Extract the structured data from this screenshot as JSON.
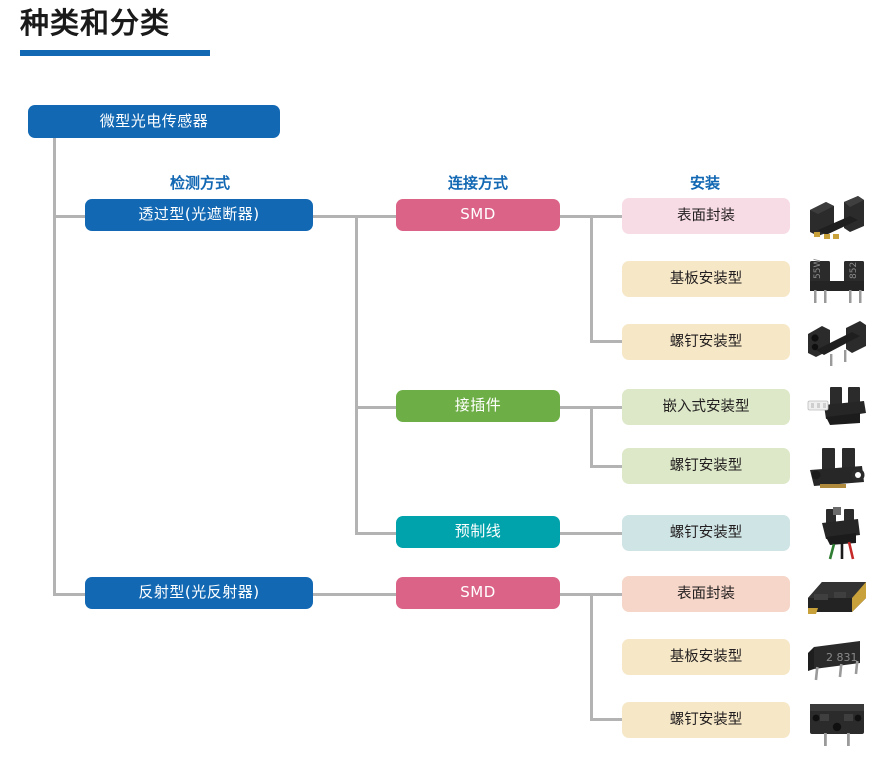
{
  "page": {
    "title": "种类和分类",
    "accent_color": "#1268B3",
    "line_color": "#b3b3b3",
    "background": "#ffffff"
  },
  "columns": [
    {
      "id": "detection",
      "label": "检测方式"
    },
    {
      "id": "connection",
      "label": "连接方式"
    },
    {
      "id": "mounting",
      "label": "安装"
    }
  ],
  "root": {
    "label": "微型光电传感器",
    "color": "#1268B3",
    "text_color": "#ffffff"
  },
  "nodes": {
    "detection": [
      {
        "id": "transmissive",
        "label": "透过型(光遮断器)",
        "color": "#1268B3"
      },
      {
        "id": "reflective",
        "label": "反射型(光反射器)",
        "color": "#1268B3"
      }
    ],
    "connection": [
      {
        "id": "smd-top",
        "label": "SMD",
        "color": "#DB6387"
      },
      {
        "id": "connector",
        "label": "接插件",
        "color": "#6DAF46"
      },
      {
        "id": "preleaded",
        "label": "预制线",
        "color": "#00A3AB"
      },
      {
        "id": "smd-bottom",
        "label": "SMD",
        "color": "#DB6387"
      }
    ],
    "mounting": [
      {
        "id": "m1",
        "label": "表面封装",
        "color": "#F7DCE6"
      },
      {
        "id": "m2",
        "label": "基板安装型",
        "color": "#F6E7C6"
      },
      {
        "id": "m3",
        "label": "螺钉安装型",
        "color": "#F6E7C6"
      },
      {
        "id": "m4",
        "label": "嵌入式安装型",
        "color": "#DCE8C7"
      },
      {
        "id": "m5",
        "label": "螺钉安装型",
        "color": "#DCE8C7"
      },
      {
        "id": "m6",
        "label": "螺钉安装型",
        "color": "#CFE4E5"
      },
      {
        "id": "m7",
        "label": "表面封装",
        "color": "#F5D6C8"
      },
      {
        "id": "m8",
        "label": "基板安装型",
        "color": "#F6E7C6"
      },
      {
        "id": "m9",
        "label": "螺钉安装型",
        "color": "#F6E7C6"
      }
    ]
  },
  "photos": [
    {
      "id": "p1",
      "name": "slot-sensor-smd-photo"
    },
    {
      "id": "p2",
      "name": "slot-sensor-pcb-photo"
    },
    {
      "id": "p3",
      "name": "slot-sensor-screw-photo"
    },
    {
      "id": "p4",
      "name": "slot-sensor-connector-photo"
    },
    {
      "id": "p5",
      "name": "slot-sensor-connector-screw-photo"
    },
    {
      "id": "p6",
      "name": "slot-sensor-cable-photo"
    },
    {
      "id": "p7",
      "name": "reflective-sensor-smd-photo"
    },
    {
      "id": "p8",
      "name": "reflective-sensor-pcb-photo"
    },
    {
      "id": "p9",
      "name": "reflective-sensor-screw-photo"
    }
  ]
}
